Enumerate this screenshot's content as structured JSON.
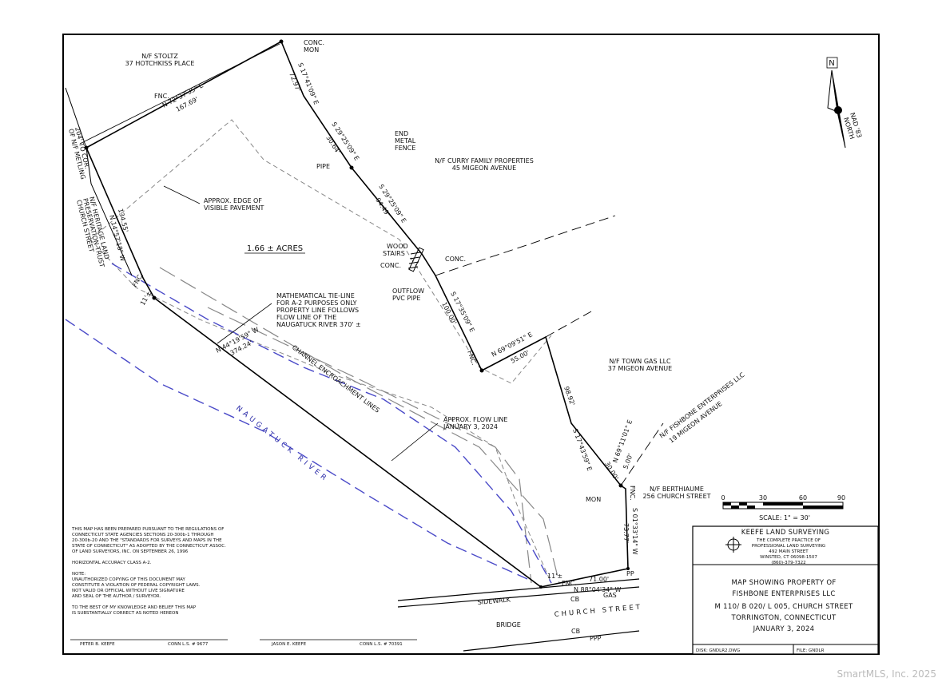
{
  "watermark": "SmartMLS, Inc. 2025",
  "area": "1.66 ± ACRES",
  "north": {
    "n": "N",
    "nad": "NAD '83",
    "north": "NORTH"
  },
  "owners": {
    "stoltz": [
      "N/F STOLTZ",
      "37 HOTCHKISS PLACE"
    ],
    "curry": [
      "N/F CURRY FAMILY PROPERTIES",
      "45 MIGEON AVENUE"
    ],
    "towngas": [
      "N/F TOWN GAS LLC",
      "37 MIGEON AVENUE"
    ],
    "fishbone": [
      "N/F FISHBONE ENTERPRISES LLC",
      "19 MIGEON AVENUE"
    ],
    "berthiaume": [
      "N/F BERTHIAUME",
      "256 CHURCH STREET"
    ],
    "heritage": [
      "N/F HERITAGE LAND",
      "PRESERVATION TRUST",
      "CHURCH STREET"
    ]
  },
  "bearings": {
    "b1": "N 72°37'35\" E",
    "b1d": "167.69'",
    "b2": "S 17°41'09\" E",
    "b2d": "72.97'",
    "b3": "S 29°25'09\" E",
    "b3d": "30.64'",
    "b4": "S 29°25'09\" E",
    "b4d": "94.49'",
    "b5": "S 17°35'09\" E",
    "b5d": "100.00'",
    "b6": "N 69°09'51\" E",
    "b6d": "55.00'",
    "b7": "S 17°43'59\" E",
    "b7d": "98.92'",
    "b8": "30.00'",
    "b9": "N 69°11'01\" E",
    "b9d": "5.00'",
    "b10": "S 01°33'14\" W",
    "b10d": "73.77'",
    "b11": "N 88°04'34\" W",
    "b11d": "71.00'",
    "b12": "N 44°19'59\" W",
    "b12d": "374.24'",
    "b13": "N 14°57'18\" W",
    "b13d": "134.55'",
    "b14": "11'±",
    "b15": "11'±"
  },
  "notes_left": [
    "204' TO COR.",
    "OF N/F METLING"
  ],
  "labels": {
    "conc_mon": [
      "CONC.",
      "MON"
    ],
    "end_fence": [
      "END",
      "METAL",
      "FENCE"
    ],
    "pipe": "PIPE",
    "wood_stairs": [
      "WOOD",
      "STAIRS"
    ],
    "conc1": "CONC.",
    "conc2": "CONC.",
    "outflow": [
      "OUTFLOW",
      "PVC PIPE"
    ],
    "fnc": "FNC.",
    "mon": "MON",
    "pp": "PP",
    "cb": "CB",
    "gas": "GAS",
    "ppp": "PPP",
    "sidewalk": "SIDEWALK",
    "bridge": "BRIDGE",
    "church": "CHURCH STREET",
    "river": "NAUGATUCK RIVER",
    "channel": "CHANNEL ENCROACHMENT LINES",
    "pavement": [
      "APPROX. EDGE OF",
      "VISIBLE PAVEMENT"
    ],
    "flowline": [
      "APPROX. FLOW LINE",
      "JANUARY 3, 2024"
    ],
    "tieline": [
      "MATHEMATICAL TIE-LINE",
      "FOR A-2 PURPOSES ONLY",
      "PROPERTY LINE FOLLOWS",
      "FLOW LINE OF THE",
      "NAUGATUCK RIVER 370' ±"
    ]
  },
  "scale": {
    "ticks": [
      "0",
      "30",
      "60",
      "90"
    ],
    "text": "SCALE: 1\" = 30'"
  },
  "notes": [
    "THIS MAP HAS BEEN PREPARED PURSUANT TO THE REGULATIONS OF",
    "CONNECTICUT STATE AGENCIES SECTIONS 20-300b-1 THROUGH",
    "20-300b-20 AND THE \"STANDARDS FOR SURVEYS AND MAPS IN THE",
    "STATE OF CONNECTICUT\" AS ADOPTED BY THE CONNECTICUT ASSOC.",
    "OF LAND SURVEYORS, INC. ON SEPTEMBER 26, 1996",
    "",
    "HORIZONTAL ACCURACY CLASS A-2.",
    "",
    "NOTE:",
    "UNAUTHORIZED COPYING OF THIS DOCUMENT MAY",
    "CONSTITUTE A VIOLATION OF FEDERAL COPYRIGHT LAWS.",
    "NOT VALID OR OFFICIAL WITHOUT LIVE SIGNATURE",
    "AND SEAL OF THE AUTHOR / SURVEYOR.",
    "",
    "TO THE BEST OF MY KNOWLEDGE AND BELIEF THIS MAP",
    "IS SUBSTANTIALLY CORRECT AS NOTED HEREON"
  ],
  "signatures": {
    "s1_name": "PETER B. KEEFE",
    "s1_lic": "CONN L.S. # 9677",
    "s2_name": "JASON E. KEEFE",
    "s2_lic": "CONN L.S. # 70391"
  },
  "titleblock": {
    "company": "KEEFE LAND SURVEYING",
    "sub1": "THE COMPLETE PRACTICE OF",
    "sub2": "PROFESSIONAL LAND SURVEYING",
    "addr1": "492 MAIN STREET",
    "addr2": "WINSTED, CT 06098-1507",
    "phone": "(860)-379-7322",
    "t1": "MAP SHOWING PROPERTY OF",
    "t2": "FISHBONE ENTERPRISES LLC",
    "t3": "M 110/ B 020/ L 005, CHURCH STREET",
    "t4": "TORRINGTON, CONNECTICUT",
    "t5": "JANUARY 3, 2024",
    "disk": "DISK: GNDLR2.DWG",
    "file": "FILE: GNDLR"
  }
}
